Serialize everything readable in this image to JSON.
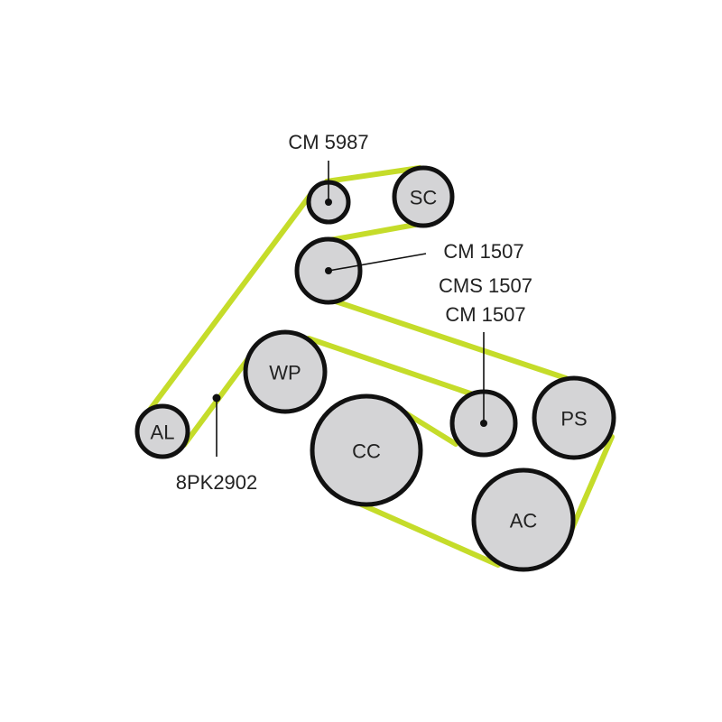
{
  "diagram": {
    "belt_color": "#c5dc2a",
    "pulley_fill": "#d4d4d6",
    "pulleys": {
      "al": "AL",
      "wp": "WP",
      "cc": "CC",
      "ps": "PS",
      "ac": "AC",
      "sc": "SC"
    },
    "callouts": {
      "top_idler": "CM 5987",
      "tensioner": "CM 1507",
      "lower_idler_1": "CMS 1507",
      "lower_idler_2": "CM 1507",
      "belt": "8PK2902"
    }
  }
}
